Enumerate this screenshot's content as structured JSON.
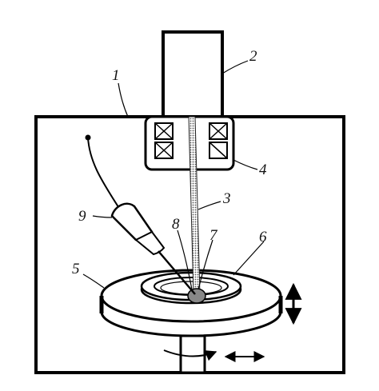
{
  "diagram": {
    "labels": {
      "chamber": "1",
      "electron_gun": "2",
      "beam": "3",
      "focusing_coil": "4",
      "rotary_table": "5",
      "ring_sample": "6",
      "weld_pool": "7",
      "wire": "8",
      "wire_feeder": "9"
    },
    "colors": {
      "line": "#000000",
      "background": "#ffffff",
      "beam_fill": "#bbbbbb",
      "pool_fill": "#888888"
    }
  }
}
